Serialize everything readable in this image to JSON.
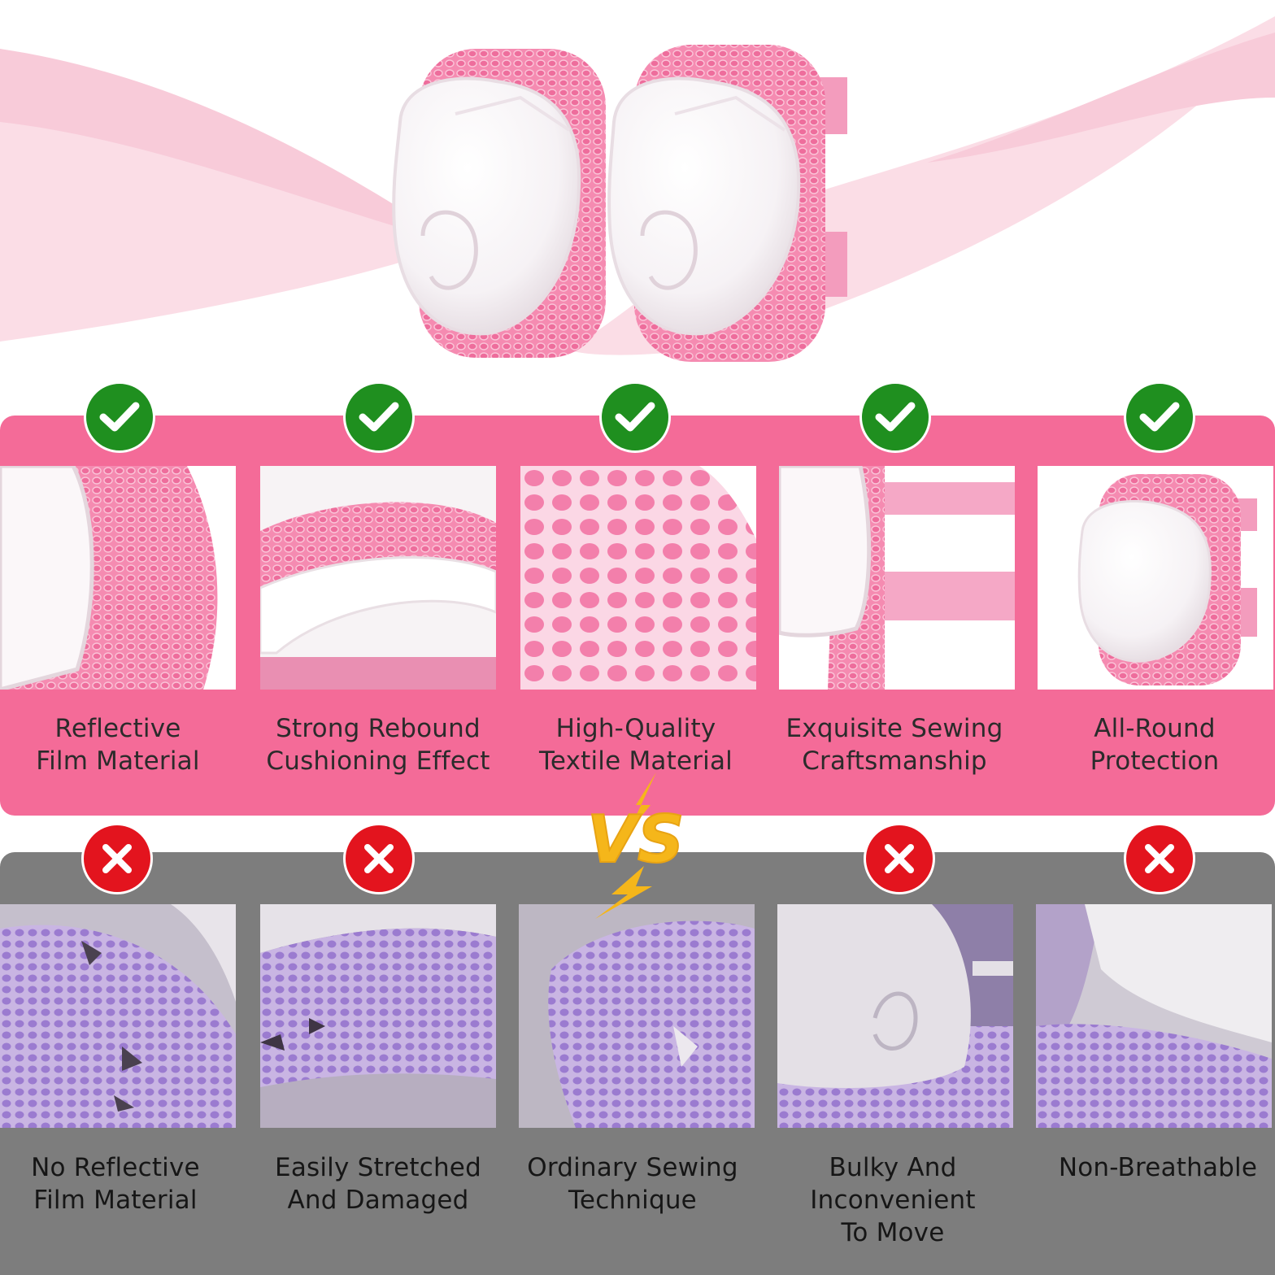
{
  "colors": {
    "good_band": "#f46b98",
    "bad_band": "#7d7d7d",
    "check_badge": "#1f8f1f",
    "cross_badge": "#e3141e",
    "vs_gold": "#f5b61a"
  },
  "vs_text": "VS",
  "good_features": [
    {
      "lines": [
        "Reflective",
        "Film Material"
      ],
      "icon": "check-icon"
    },
    {
      "lines": [
        "Strong Rebound",
        "Cushioning Effect"
      ],
      "icon": "check-icon"
    },
    {
      "lines": [
        "High-Quality",
        "Textile Material"
      ],
      "icon": "check-icon"
    },
    {
      "lines": [
        "Exquisite Sewing",
        "Craftsmanship"
      ],
      "icon": "check-icon"
    },
    {
      "lines": [
        "All-Round",
        "Protection"
      ],
      "icon": "check-icon"
    }
  ],
  "bad_features": [
    {
      "lines": [
        "No Reflective",
        "Film Material"
      ],
      "icon": "cross-icon"
    },
    {
      "lines": [
        "Easily Stretched",
        "And Damaged"
      ],
      "icon": "cross-icon"
    },
    {
      "lines": [
        "Ordinary Sewing",
        "Technique"
      ],
      "icon": "cross-icon"
    },
    {
      "lines": [
        "Bulky And",
        "Inconvenient",
        "To Move"
      ],
      "icon": "cross-icon"
    },
    {
      "lines": [
        "Non-Breathable"
      ],
      "icon": "cross-icon"
    }
  ]
}
